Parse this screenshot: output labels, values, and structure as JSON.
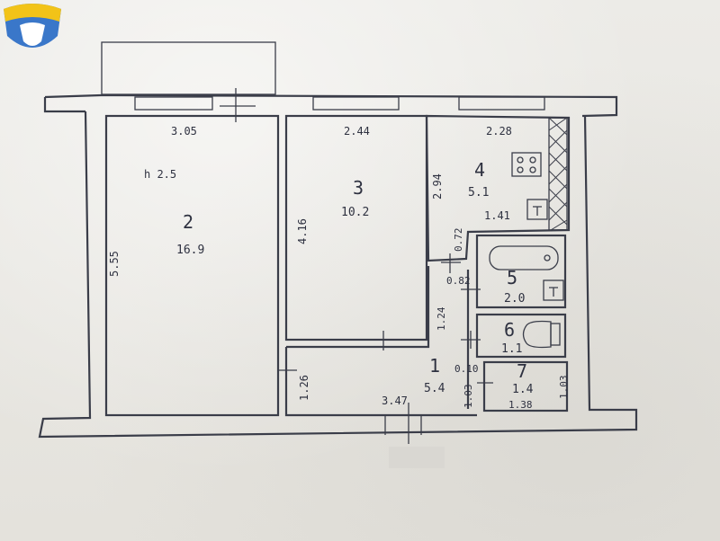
{
  "logo": {
    "name": "shield-logo",
    "colors": {
      "top": "#f2c318",
      "bottom": "#3a77c9",
      "inner": "#ffffff"
    }
  },
  "plan": {
    "ceiling": "h 2.5",
    "rooms": [
      {
        "num": "2",
        "area": "16.9"
      },
      {
        "num": "3",
        "area": "10.2"
      },
      {
        "num": "4",
        "area": "5.1"
      },
      {
        "num": "5",
        "area": "2.0"
      },
      {
        "num": "6",
        "area": "1.1"
      },
      {
        "num": "7",
        "area": "1.4"
      },
      {
        "num": "1",
        "area": "5.4"
      }
    ],
    "dims": {
      "r2_width": "3.05",
      "r2_height": "5.55",
      "r3_width": "2.44",
      "r3_height": "4.16",
      "r4_width": "2.28",
      "r4_height": "2.94",
      "r4_side": "1.41",
      "r4_gap": "0.72",
      "corr_a": "0.82",
      "corr_b": "1.24",
      "corr_c": "1.26",
      "corr_d": "0.10",
      "corr_e": "1.03",
      "hall_width": "3.47",
      "r7_w": "1.38",
      "r7_h": "1.03"
    }
  }
}
